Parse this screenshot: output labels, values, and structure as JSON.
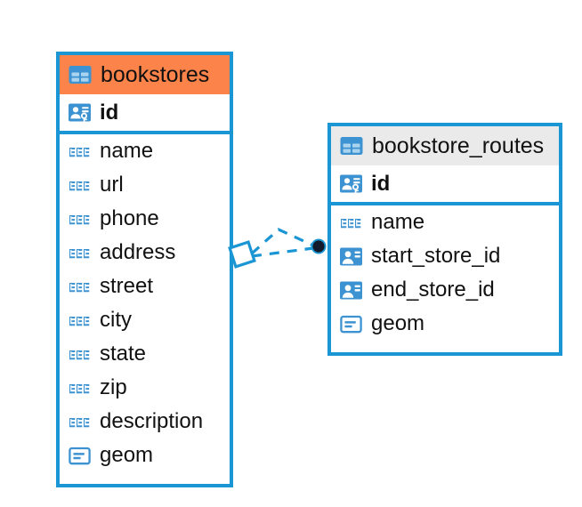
{
  "diagram": {
    "type": "entity-relationship-diagram",
    "background": "#ffffff",
    "colors": {
      "border": "#1b96d4",
      "header_accent": "#fc8349",
      "header_neutral": "#eaeaea",
      "icon_blue": "#3d93d1",
      "icon_blue_dark": "#1b96d4",
      "text": "#111111",
      "connector_line": "#1b96d4",
      "connector_endpoint": "#111a2b"
    }
  },
  "tables": [
    {
      "name": "bookstores",
      "header_icon": "table-icon",
      "header_style": "accent",
      "columns": [
        {
          "name": "id",
          "icon": "primary-key-icon",
          "key": true
        },
        {
          "name": "name",
          "icon": "text-abc-icon",
          "key": false
        },
        {
          "name": "url",
          "icon": "text-abc-icon",
          "key": false
        },
        {
          "name": "phone",
          "icon": "text-abc-icon",
          "key": false
        },
        {
          "name": "address",
          "icon": "text-abc-icon",
          "key": false
        },
        {
          "name": "street",
          "icon": "text-abc-icon",
          "key": false
        },
        {
          "name": "city",
          "icon": "text-abc-icon",
          "key": false
        },
        {
          "name": "state",
          "icon": "text-abc-icon",
          "key": false
        },
        {
          "name": "zip",
          "icon": "text-abc-icon",
          "key": false
        },
        {
          "name": "description",
          "icon": "text-abc-icon",
          "key": false
        },
        {
          "name": "geom",
          "icon": "geometry-icon",
          "key": false
        }
      ]
    },
    {
      "name": "bookstore_routes",
      "header_icon": "table-icon",
      "header_style": "neutral",
      "columns": [
        {
          "name": "id",
          "icon": "primary-key-icon",
          "key": true
        },
        {
          "name": "name",
          "icon": "text-abc-icon",
          "key": false
        },
        {
          "name": "start_store_id",
          "icon": "foreign-key-icon",
          "key": false
        },
        {
          "name": "end_store_id",
          "icon": "foreign-key-icon",
          "key": false
        },
        {
          "name": "geom",
          "icon": "geometry-icon",
          "key": false
        }
      ]
    }
  ],
  "relationship": {
    "label": "",
    "from_table": "bookstores",
    "to_table": "bookstore_routes",
    "line_style": "dashed",
    "source_marker": "diamond-outline",
    "target_marker": "filled-circle"
  }
}
